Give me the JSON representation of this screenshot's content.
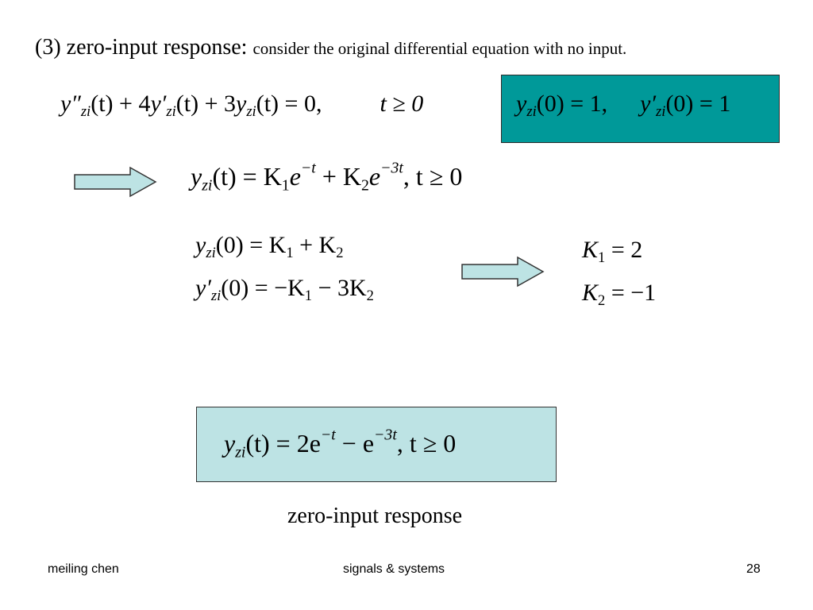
{
  "heading": {
    "label": "(3) zero-input response:",
    "note": "consider the original differential equation with no input."
  },
  "equation_ode": {
    "lhs_prefix": "(t) + 4",
    "lhs_mid": "(t) + 3",
    "lhs_suffix": "(t) = 0,",
    "condition": "t ≥ 0"
  },
  "initial_conditions": {
    "first": "(0) = 1,",
    "second": "(0) = 1"
  },
  "general_solution": {
    "left": "(t) = K",
    "exp1": "−t",
    "plus": " + K",
    "exp2": "−3t",
    "condition": ",    t ≥ 0"
  },
  "k_relations": {
    "eq1": "(0) = K",
    "eq1_tail": " + K",
    "eq2": "(0) = −K",
    "eq2_tail": " − 3K"
  },
  "k_values": {
    "k1": " = 2",
    "k2": " = −1"
  },
  "final_solution": {
    "left": "(t) = 2e",
    "exp1": "−t",
    "mid": " − e",
    "exp2": "−3t",
    "condition": ",    t ≥ 0"
  },
  "caption": "zero-input response",
  "footer": {
    "author": "meiling chen",
    "course": "signals & systems",
    "page": "28"
  },
  "colors": {
    "ic_box": "#009999",
    "result_box": "#bde3e4",
    "arrow_fill": "#bde3e4"
  }
}
